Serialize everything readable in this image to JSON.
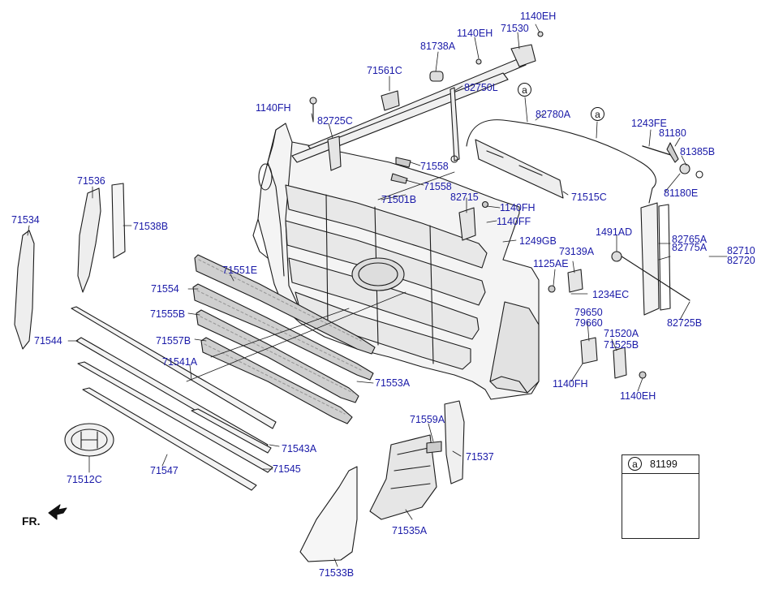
{
  "diagram": {
    "part_labels": [
      "1140EH",
      "71530",
      "1140EH",
      "81738A",
      "71561C",
      "82750L",
      "1140FH",
      "82725C",
      "82780A",
      "1243FE",
      "81180",
      "81385B",
      "81180E",
      "71558",
      "71558",
      "71501B",
      "82715",
      "71515C",
      "1140FH",
      "1140FF",
      "1249GB",
      "1491AD",
      "82765A",
      "82775A",
      "82710",
      "82720",
      "73139A",
      "1125AE",
      "1234EC",
      "82725B",
      "79650",
      "79660",
      "71520A",
      "71525B",
      "1140FH",
      "1140EH",
      "71536",
      "71534",
      "71538B",
      "71551E",
      "71554",
      "71555B",
      "71557B",
      "71544",
      "71541A",
      "71553A",
      "71543A",
      "71512C",
      "71547",
      "71545",
      "71559A",
      "71537",
      "71535A",
      "71533B"
    ],
    "ref_mark": "a",
    "legend": {
      "mark": "a",
      "part_code": "81199"
    },
    "front_label": "FR."
  }
}
